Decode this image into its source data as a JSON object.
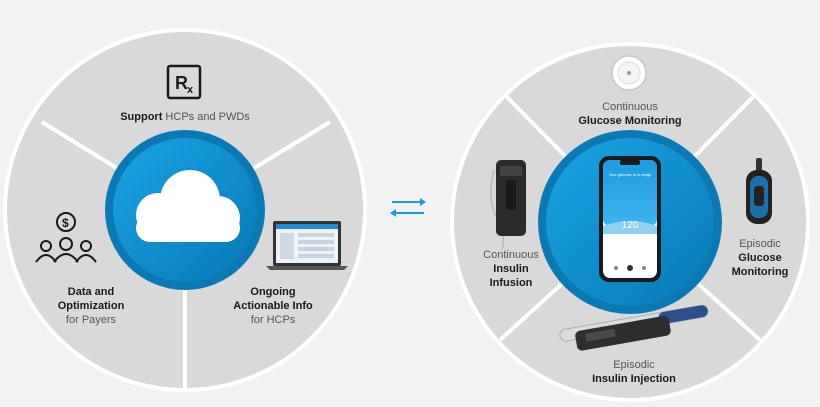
{
  "left": {
    "support": {
      "bold": "Support",
      "rest": " HCPs and PWDs",
      "icon": "rx-icon"
    },
    "data_opt": {
      "line1": "Data and",
      "line2": "Optimization",
      "line3": "for Payers",
      "icon": "people-dollar-icon"
    },
    "ongoing": {
      "line1": "Ongoing",
      "line2": "Actionable Info",
      "line3": "for HCPs",
      "icon": "laptop-icon"
    },
    "center_icon": "cloud-icon"
  },
  "exchange_icon": "exchange-arrows-icon",
  "right": {
    "cgm": {
      "line1": "Continuous",
      "line2": "Glucose Monitoring",
      "icon": "cgm-sensor-icon"
    },
    "cii": {
      "line1": "Continuous",
      "line2": "Insulin",
      "line3": "Infusion",
      "icon": "insulin-pump-icon"
    },
    "egm": {
      "line1": "Episodic",
      "line2": "Glucose",
      "line3": "Monitoring",
      "icon": "glucose-meter-icon"
    },
    "eii": {
      "line1": "Episodic",
      "line2": "Insulin Injection",
      "icon": "insulin-pen-icon"
    },
    "phone": {
      "header": "Your glucose is in range",
      "value": "120"
    }
  },
  "colors": {
    "accent": "#0b8fd1",
    "ring": "#0a79b4",
    "wheel": "#d9d9d9",
    "divider": "#ffffff"
  }
}
